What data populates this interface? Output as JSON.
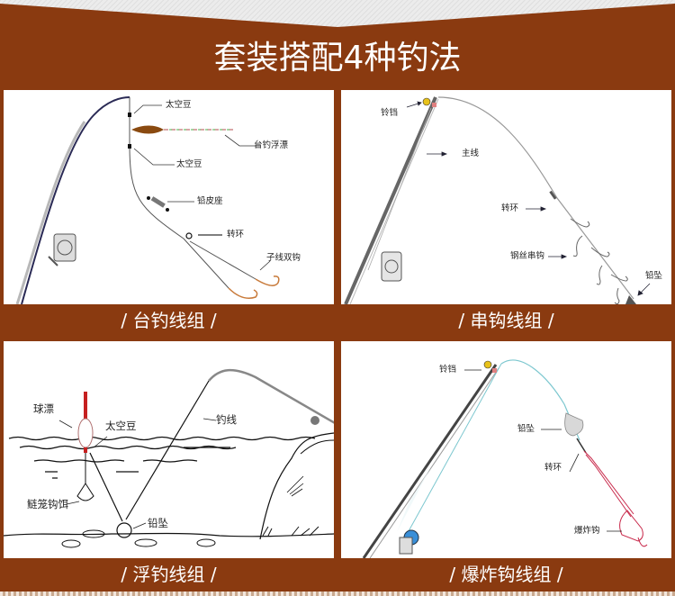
{
  "header": {
    "title": "套装搭配4种钓法"
  },
  "colors": {
    "brown": "#8a3a10",
    "panel": "#ffffff",
    "header_bg": "#e9e9e9"
  },
  "panels": [
    {
      "caption": "/ 台钓线组 /",
      "labels": [
        "太空豆",
        "台钓浮漂",
        "太空豆",
        "铅皮座",
        "转环",
        "子线双钩"
      ]
    },
    {
      "caption": "/ 串钩线组 /",
      "labels": [
        "铃铛",
        "主线",
        "转环",
        "钢丝串钩",
        "铅坠"
      ]
    },
    {
      "caption": "/ 浮钓线组 /",
      "labels": [
        "球漂",
        "太空豆",
        "钓线",
        "鲢笼钩饵",
        "铅坠"
      ]
    },
    {
      "caption": "/ 爆炸钩线组 /",
      "labels": [
        "铃铛",
        "铅坠",
        "转环",
        "爆炸钩"
      ]
    }
  ]
}
